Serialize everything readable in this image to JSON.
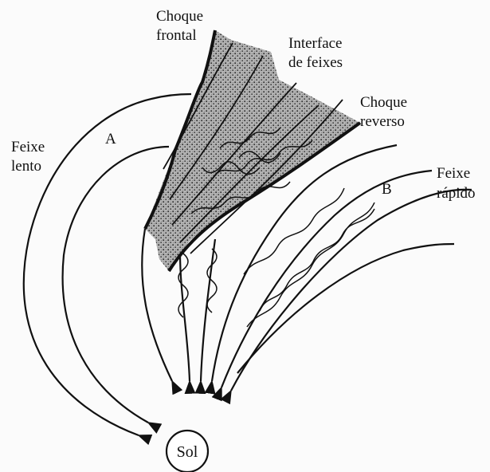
{
  "labels": {
    "choque_frontal_line1": "Choque",
    "choque_frontal_line2": "frontal",
    "interface_line1": "Interface",
    "interface_line2": "de feixes",
    "choque_reverso_line1": "Choque",
    "choque_reverso_line2": "reverso",
    "feixe_lento_line1": "Feixe",
    "feixe_lento_line2": "lento",
    "feixe_rapido_line1": "Feixe",
    "feixe_rapido_line2": "rápido",
    "region_a": "A",
    "region_b": "B",
    "sun": "Sol"
  }
}
